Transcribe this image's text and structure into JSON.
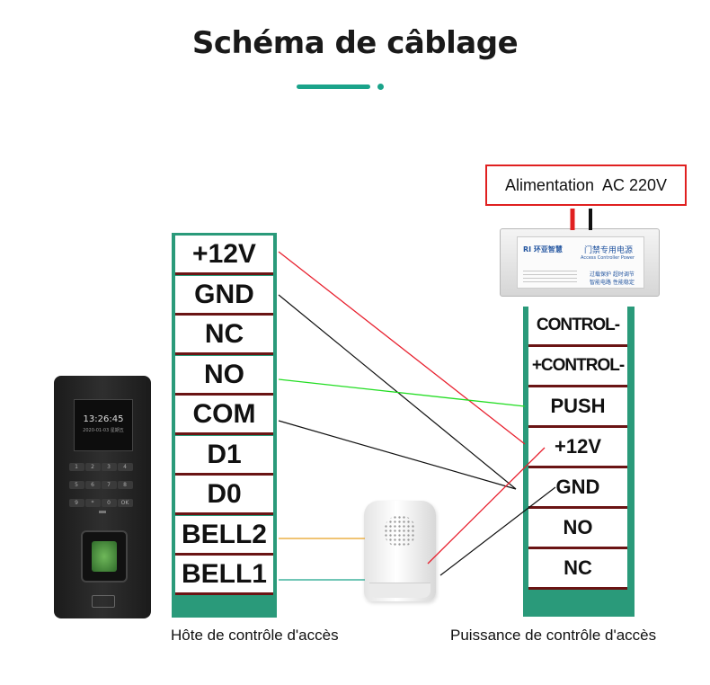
{
  "title": "Schéma de câblage",
  "power_label": "Alimentation  AC 220V",
  "psu": {
    "brand": "RI 环亚智慧",
    "name_cn": "门禁专用电源",
    "name_en": "Access Controller Power",
    "features": [
      "过载保护  超时调节",
      "智能电路  性能稳定"
    ]
  },
  "host": {
    "label": "Hôte de contrôle d'accès",
    "terminals": [
      "+12V",
      "GND",
      "NC",
      "NO",
      "COM",
      "D1",
      "D0",
      "BELL2",
      "BELL1"
    ]
  },
  "power_unit": {
    "label": "Puissance de contrôle d'accès",
    "terminals": [
      "CONTROL-",
      "+CONTROL-",
      "PUSH",
      "+12V",
      "GND",
      "NO",
      "NC"
    ]
  },
  "device": {
    "clock": "13:26:45",
    "date": "2020-01-03  星期五",
    "keys": [
      "1",
      "2",
      "3",
      "4",
      "5",
      "6",
      "7",
      "8",
      "9",
      "*",
      "0",
      "OK"
    ]
  },
  "colors": {
    "accent": "#1aa38a",
    "panel": "#2a9a7a",
    "wire_12v": "#e8202e",
    "wire_gnd": "#111111",
    "wire_no": "#22dd22",
    "wire_bell2": "#e8a020",
    "wire_bell1": "#1aa38a",
    "alert_border": "#e02020"
  }
}
